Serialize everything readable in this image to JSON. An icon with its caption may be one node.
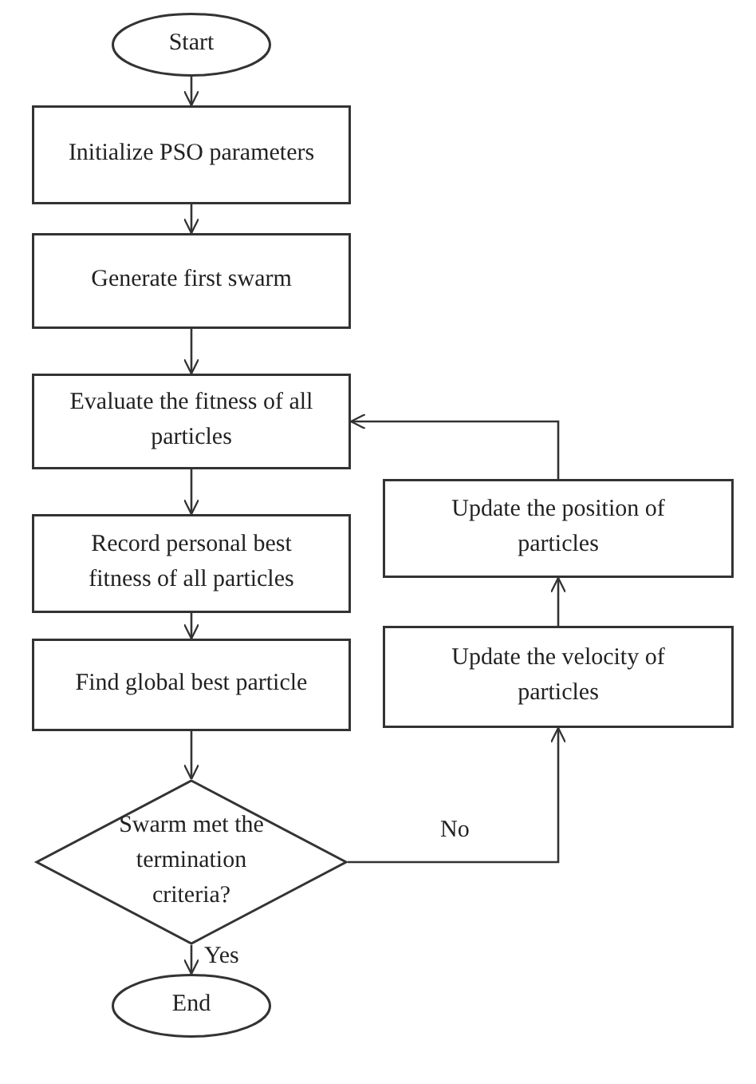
{
  "diagram": {
    "nodes": [
      {
        "text": [
          "Start"
        ]
      },
      {
        "text": [
          "Initialize PSO parameters"
        ]
      },
      {
        "text": [
          "Generate first swarm"
        ]
      },
      {
        "text": [
          "Evaluate the fitness of all particles"
        ]
      },
      {
        "text": [
          "Record personal best fitness of all particles"
        ]
      },
      {
        "text": [
          "Find global best particle"
        ]
      },
      {
        "text": [
          "Swarm met the termination criteria?"
        ]
      },
      {
        "text": [
          "End"
        ]
      },
      {
        "text": [
          "Update the position of particles"
        ]
      },
      {
        "text": [
          "Update the velocity of particles"
        ]
      }
    ],
    "edges": [
      {
        "from": 0,
        "to": 1,
        "arrow": "to"
      },
      {
        "from": 1,
        "to": 2,
        "arrow": "to"
      },
      {
        "from": 2,
        "to": 3,
        "arrow": "to"
      },
      {
        "from": 3,
        "to": 4,
        "arrow": "to"
      },
      {
        "from": 4,
        "to": 5,
        "arrow": "to"
      },
      {
        "from": 5,
        "to": 6,
        "arrow": "to"
      },
      {
        "from": 6,
        "to": 7,
        "arrow": "to",
        "label": "Yes"
      },
      {
        "from": 6,
        "to": 9,
        "arrow": "to",
        "label": "No"
      },
      {
        "from": 9,
        "to": 8,
        "arrow": "to"
      },
      {
        "from": 8,
        "to": 3,
        "arrow": "to"
      }
    ]
  }
}
